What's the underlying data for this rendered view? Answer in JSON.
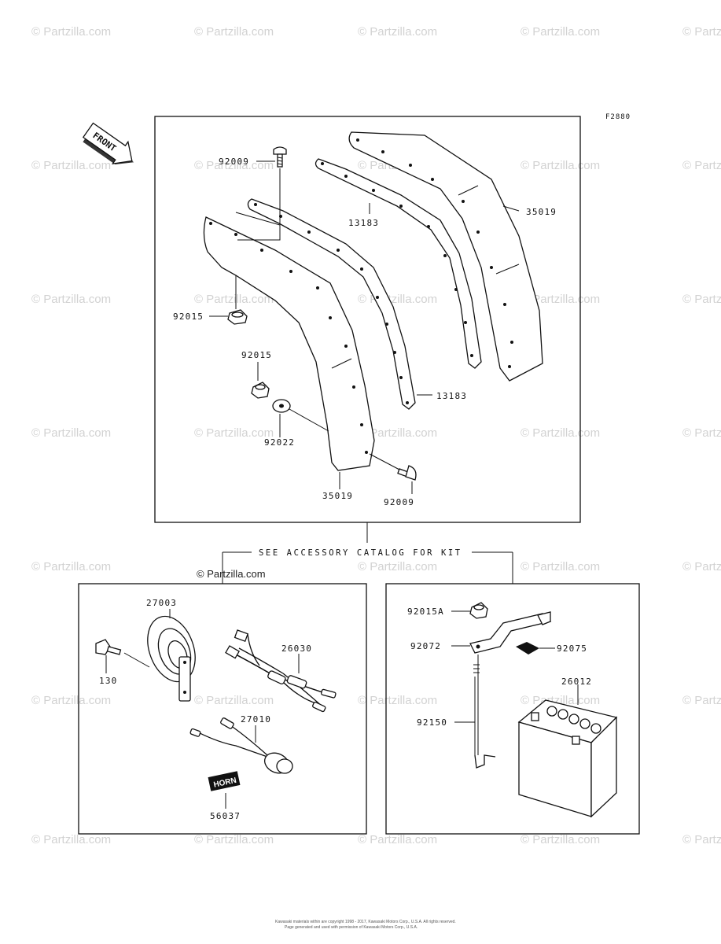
{
  "figure_code": "F2880",
  "front_arrow_label": "FRONT",
  "caption": "SEE ACCESSORY CATALOG FOR KIT",
  "watermark": "© Partzilla.com",
  "horn_badge_text": "HORN",
  "labels": {
    "top_92009_a": "92009",
    "top_13183_a": "13183",
    "top_35019_a": "35019",
    "top_92015_a": "92015",
    "top_92015_b": "92015",
    "top_13183_b": "13183",
    "top_92022": "92022",
    "top_35019_b": "35019",
    "top_92009_b": "92009",
    "horn_27003": "27003",
    "horn_130": "130",
    "horn_26030": "26030",
    "horn_27010": "27010",
    "horn_56037": "56037",
    "bat_92015A": "92015A",
    "bat_92072": "92072",
    "bat_92075": "92075",
    "bat_26012": "26012",
    "bat_92150": "92150"
  },
  "copyright": {
    "line1": "Kawasaki materials within are copyright 1998 - 2017, Kawasaki Motors Corp., U.S.A. All rights reserved.",
    "line2": "Page generated and used with permission of Kawasaki Motors Corp., U.S.A."
  }
}
